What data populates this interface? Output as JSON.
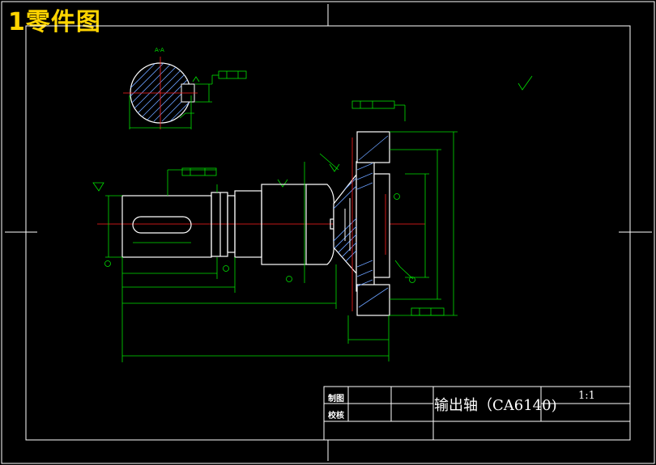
{
  "page_title": "1零件图",
  "drawing": {
    "section_label": "A-A",
    "part_name": "输出轴（CA6140)",
    "scale": "1:1",
    "drawn_by_label": "制图",
    "checked_by_label": "校核"
  },
  "colors": {
    "background": "#000000",
    "outline": "#ffffff",
    "dimension": "#00e000",
    "centerline": "#ff2020",
    "hatch": "#6aa0ff",
    "title": "#ffd400"
  }
}
